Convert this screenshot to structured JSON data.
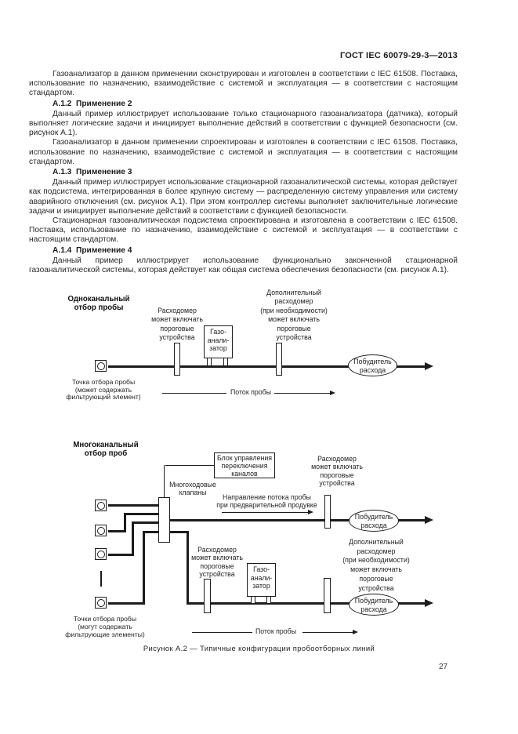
{
  "header": {
    "title": "ГОСТ  IEC 60079-29-3—2013"
  },
  "page_number": "27",
  "content": {
    "p1": "Газоанализатор в данном применении сконструирован и изготовлен в соответствии с IEC 61508. Поставка, использование по назначению, взаимодействие с системой и эксплуатация — в соответствии с настоящим стандартом.",
    "h2": "А.1.2  Применение 2",
    "p2": "Данный пример иллюстрирует использование только стационарного газоанализатора (датчика), который выполняет логические задачи и инициирует выполнение действий в соответствии с функцией безопасности (см. рисунок А.1).",
    "p3": "Газоанализатор в данном применении спроектирован и изготовлен в соответствии с IEC 61508. Поставка, использование по назначению, взаимодействие с системой и эксплуатация — в соответствии с настоящим стандартом.",
    "h3": "А.1.3  Применение 3",
    "p4": "Данный пример иллюстрирует использование стационарной газоаналитической системы, которая действует как подсистема, интегрированная в более крупную систему — распределенную систему управления или систему аварийного отключения (см. рисунок А.1). При этом контроллер системы выполняет заключительные логические задачи и инициирует выполнение действий в соответствии с функцией безопасности.",
    "p5": "Стационарная газоаналитическая подсистема спроектирована и изготовлена в соответствии с IEC 61508. Поставка, использование по назначению, взаимодействие с системой и эксплуатация — в соответствии с настоящим стандартом.",
    "h4": "А.1.4  Применение 4",
    "p6": "Данный пример иллюстрирует использование функционально законченной стационарной газоаналитической системы, которая действует как общая система обеспечения безопасности (см. рисунок А.1)."
  },
  "figure": {
    "caption": "Рисунок А.2 — Типичные конфигурации пробоотборных линий",
    "single": {
      "title": "Одноканальный\nотбор пробы",
      "flowmeter_label": "Расходомер\nможет включать\nпороговые\nустройства",
      "analyzer": "Газо-\nанали-\nзатор",
      "add_flowmeter_label": "Дополнительный\nрасходомер\n(при необходимости)\nможет включать\nпороговые\nустройства",
      "pump": "Побудитель\nрасхода",
      "sample_point_label": "Точка отбора пробы\n(может содержать\nфильтрующий элемент)",
      "flow_label": "Поток пробы"
    },
    "multi": {
      "title": "Многоканальный\nотбор проб",
      "control_box": "Блок управления\nпереключения\nканалов",
      "valves_label": "Многоходовые\nклапаны",
      "purge_label": "Направление потока пробы\nпри предварительной продувке",
      "flowmeter_top_label": "Расходомер\nможет включать\nпороговые\nустройства",
      "add_flowmeter_label": "Дополнительный\nрасходомер\n(при необходимости)\nможет включать\nпороговые\nустройства",
      "flowmeter_mid_label": "Расходомер\nможет включать\nпороговые\nустройства",
      "analyzer": "Газо-\nанали-\nзатор",
      "pump_top": "Побудитель\nрасхода",
      "pump_bottom": "Побудитель\nрасхода",
      "sample_points_label": "Точки отбора пробы\n(могут содержать\nфильтрующие элементы)",
      "flow_label": "Поток пробы"
    }
  }
}
